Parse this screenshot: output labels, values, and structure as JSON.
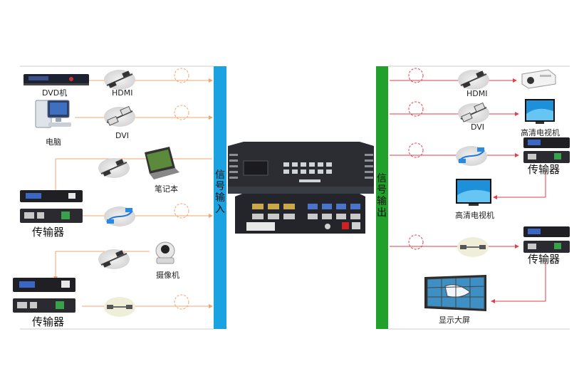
{
  "input_bar_label": "信号输入",
  "output_bar_label": "信号输出",
  "inputs": {
    "dvd": "DVD机",
    "hdmi": "HDMI",
    "pc": "电脑",
    "dvi": "DVI",
    "laptop": "笔记本",
    "transmitter_1": "传输器",
    "camera": "摄像机",
    "transmitter_2": "传输器"
  },
  "outputs": {
    "hdmi": "HDMI",
    "dvi": "DVI",
    "hdtv_1": "高清电视机",
    "transmitter_1": "传输器",
    "hdtv_2": "高清电视机",
    "transmitter_2": "传输器",
    "video_wall": "显示大屏"
  },
  "colors": {
    "input_bar": "#1aa3e0",
    "output_bar": "#22a02c",
    "input_line": "#f4a46b",
    "output_line": "#e0404a",
    "frame_line": "#cccccc"
  }
}
